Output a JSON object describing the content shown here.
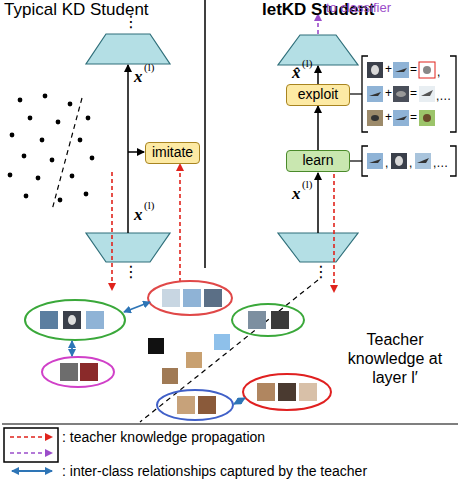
{
  "diagram": {
    "nodes": [
      {
        "text": [
          "imitate"
        ]
      },
      {
        "text": [
          "exploit"
        ]
      },
      {
        "text": [
          "learn"
        ]
      }
    ],
    "edges": [
      {
        "from": 2,
        "to": 1,
        "arrow": "to"
      }
    ],
    "labels": [
      "Typical KD Student",
      "letKD Student",
      "⋮",
      "x",
      "(l)",
      "x",
      "(l)",
      "⋮",
      "to classifier",
      "x̂",
      "(l)",
      "x",
      "(l)",
      "⋮",
      "+",
      "=",
      ",",
      "+",
      "=",
      ",…",
      "+",
      "=",
      ",",
      ",",
      ",…",
      "Teacher knowledge at layer l′"
    ],
    "legend": [
      {
        "text": ": teacher knowledge propagation"
      },
      {
        "text": ": inter-class relationships captured by the teacher"
      }
    ]
  }
}
